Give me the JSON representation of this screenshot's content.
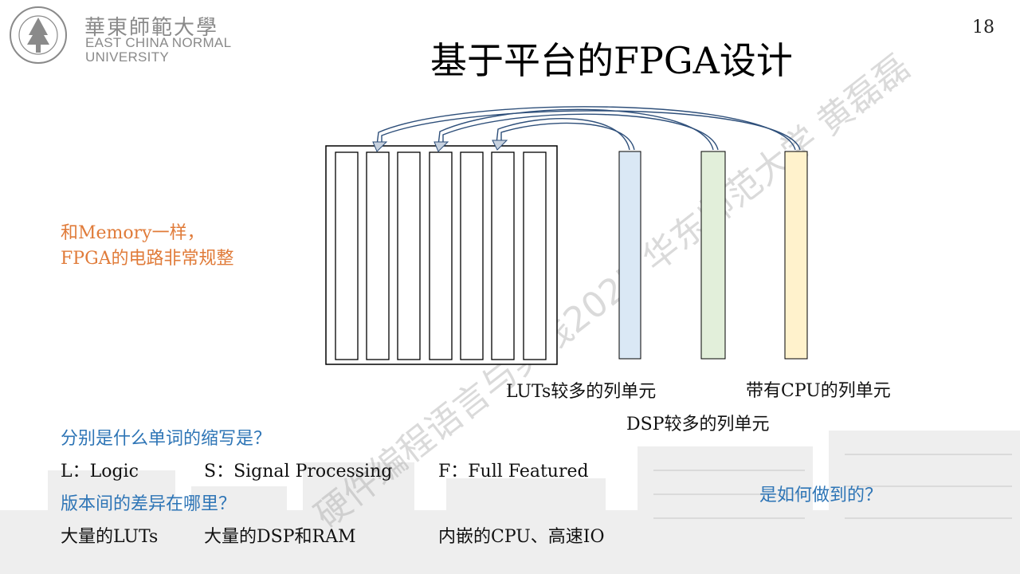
{
  "header": {
    "logo_cn": "華東師範大學",
    "logo_en_line1": "EAST CHINA NORMAL",
    "logo_en_line2": "UNIVERSITY",
    "page_number": "18"
  },
  "slide": {
    "title": "基于平台的FPGA设计",
    "note_line1": "和Memory一样，",
    "note_line2": "FPGA的电路非常规整"
  },
  "diagram": {
    "label_luts": "LUTs较多的列单元",
    "label_cpu": "带有CPU的列单元",
    "label_dsp": "DSP较多的列单元"
  },
  "questions": {
    "q1": "分别是什么单词的缩写是？",
    "a1_l": "L：Logic",
    "a1_s": "S：Signal Processing",
    "a1_f": "F：Full Featured",
    "q2": "版本间的差异在哪里？",
    "a2_l": "大量的LUTs",
    "a2_s": "大量的DSP和RAM",
    "a2_f": "内嵌的CPU、高速IO",
    "q3": "是如何做到的？"
  },
  "watermark": "硬件编程语言与实践2025 华东师范大学 黄磊磊",
  "colors": {
    "orange": "#e07b39",
    "blue": "#2e75b6",
    "column_blue": "#dae8f5",
    "column_green": "#e2efda",
    "column_yellow": "#fff2cc"
  }
}
